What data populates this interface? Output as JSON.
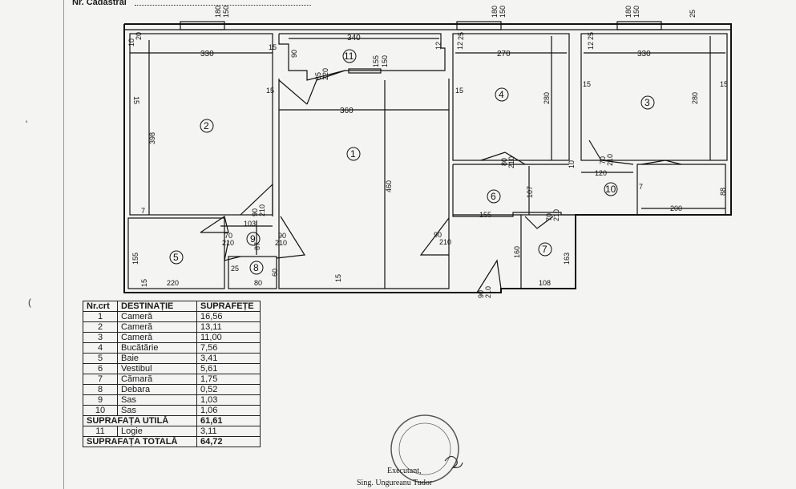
{
  "header": {
    "cadastral_label": "Nr. Cadastral"
  },
  "rooms": {
    "r1": "1",
    "r2": "2",
    "r3": "3",
    "r4": "4",
    "r5": "5",
    "r6": "6",
    "r7": "7",
    "r8": "8",
    "r9": "9",
    "r10": "10",
    "r11": "11"
  },
  "dimensions": {
    "top1a": "180",
    "top1b": "150",
    "top2a": "180",
    "top2b": "150",
    "top3a": "180",
    "top3b": "150",
    "top_25": "25",
    "r2_w": "330",
    "r2_h": "398",
    "r2_15a": "15",
    "r2_15b": "15",
    "r2_10": "10",
    "r2_20": "20",
    "r2_7": "7",
    "r2_15c": "15",
    "r11_w": "340",
    "r11_90": "90",
    "r11_12": "12",
    "r11_door_a": "85",
    "r11_door_b": "220",
    "r11_win_a": "155",
    "r11_win_b": "150",
    "r1_w": "360",
    "r1_h": "460",
    "r1_15": "15",
    "r4_w": "270",
    "r4_h": "280",
    "r4_25": "25",
    "r4_12": "12",
    "r4_15": "15",
    "r4_door_a": "80",
    "r4_door_b": "210",
    "r4_10": "10",
    "r3_w": "330",
    "r3_h": "280",
    "r3_25": "25",
    "r3_12": "12",
    "r3_15a": "15",
    "r3_15b": "15",
    "r3_door_a": "70",
    "r3_door_b": "210",
    "r10_w": "120",
    "r10_7": "7",
    "r10_88": "88",
    "r10_200": "200",
    "r6_107": "107",
    "r6_155": "155",
    "r6_door_a": "70",
    "r6_door_b": "210",
    "r7_160": "160",
    "r7_163": "163",
    "r7_108": "108",
    "r9_103": "103",
    "r9_87": "87",
    "r9_d1a": "90",
    "r9_d1b": "210",
    "r9_d2a": "70",
    "r9_d2b": "210",
    "r9_d3a": "90",
    "r9_d3b": "210",
    "r5_155": "155",
    "r5_220": "220",
    "r5_15": "15",
    "r8_80": "80",
    "r8_60": "60",
    "r8_25": "25",
    "r1_door_a": "90",
    "r1_door_b": "210",
    "entry_a": "90",
    "entry_b": "210"
  },
  "table": {
    "headers": [
      "Nr.crt",
      "DESTINAȚIE",
      "SUPRAFEȚE"
    ],
    "rows": [
      {
        "nr": "1",
        "dest": "Cameră",
        "surf": "16,56"
      },
      {
        "nr": "2",
        "dest": "Cameră",
        "surf": "13,11"
      },
      {
        "nr": "3",
        "dest": "Cameră",
        "surf": "11,00"
      },
      {
        "nr": "4",
        "dest": "Bucătărie",
        "surf": "7,56"
      },
      {
        "nr": "5",
        "dest": "Baie",
        "surf": "3,41"
      },
      {
        "nr": "6",
        "dest": "Vestibul",
        "surf": "5,61"
      },
      {
        "nr": "7",
        "dest": "Cămară",
        "surf": "1,75"
      },
      {
        "nr": "8",
        "dest": "Debara",
        "surf": "0,52"
      },
      {
        "nr": "9",
        "dest": "Sas",
        "surf": "1,03"
      },
      {
        "nr": "10",
        "dest": "Sas",
        "surf": "1,06"
      }
    ],
    "util_label": "SUPRAFAȚA UTILĂ",
    "util_value": "61,61",
    "row11": {
      "nr": "11",
      "dest": "Logie",
      "surf": "3,11"
    },
    "total_label": "SUPRAFAȚA TOTALĂ",
    "total_value": "64,72"
  },
  "footer": {
    "executant": "Executant,",
    "signer": "Sing. Ungureanu Tudor"
  }
}
